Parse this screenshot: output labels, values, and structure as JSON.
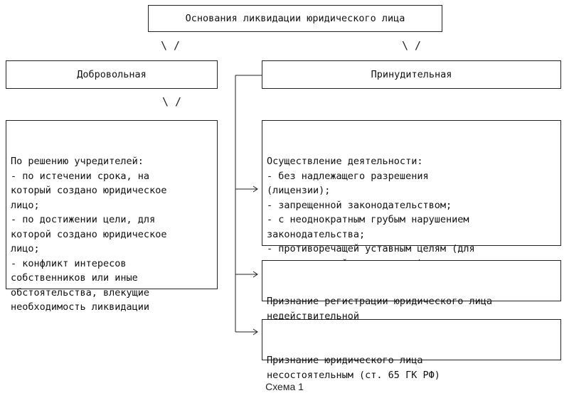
{
  "top": {
    "title": "Основания ликвидации юридического лица"
  },
  "arrows": {
    "down": "\\ /"
  },
  "voluntary": {
    "title": "Добровольная",
    "details": "По решению учредителей:\n- по истечении срока, на\nкоторый создано юридическое\nлицо;\n- по достижении цели, для\nкоторой создано юридическое\nлицо;\n- конфликт интересов\nсобственников или иные\nобстоятельства, влекущие\nнеобходимость ликвидации"
  },
  "forced": {
    "title": "Принудительная",
    "branches": [
      {
        "text": "Осуществление деятельности:\n- без надлежащего разрешения\n(лицензии);\n- запрещенной законодательством;\n- с неоднократным грубым нарушением\nзаконодательства;\n- противоречащей уставным целям (для\nнекоммерческой организации)"
      },
      {
        "text": "Признание регистрации юридического лица\nнедействительной"
      },
      {
        "text": "Признание юридического лица\nнесостоятельным (ст. 65 ГК РФ)"
      }
    ]
  },
  "caption": "Схема 1"
}
